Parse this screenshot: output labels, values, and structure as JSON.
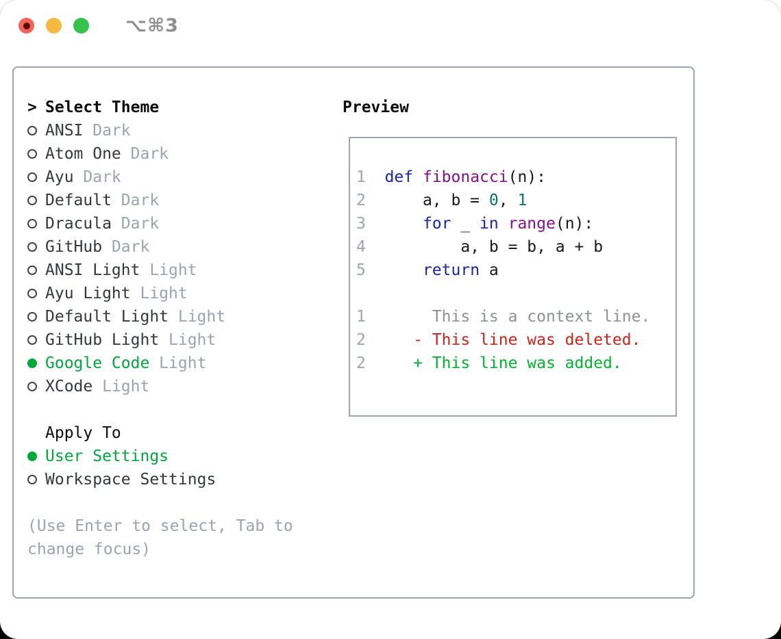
{
  "titlebar": {
    "title": "⌥⌘3"
  },
  "theme_panel": {
    "cursor": ">",
    "header": "Select Theme",
    "themes": [
      {
        "name": "ANSI",
        "variant": "Dark",
        "selected": false
      },
      {
        "name": "Atom One",
        "variant": "Dark",
        "selected": false
      },
      {
        "name": "Ayu",
        "variant": "Dark",
        "selected": false
      },
      {
        "name": "Default",
        "variant": "Dark",
        "selected": false
      },
      {
        "name": "Dracula",
        "variant": "Dark",
        "selected": false
      },
      {
        "name": "GitHub",
        "variant": "Dark",
        "selected": false
      },
      {
        "name": "ANSI Light",
        "variant": "Light",
        "selected": false
      },
      {
        "name": "Ayu Light",
        "variant": "Light",
        "selected": false
      },
      {
        "name": "Default Light",
        "variant": "Light",
        "selected": false
      },
      {
        "name": "GitHub Light",
        "variant": "Light",
        "selected": false
      },
      {
        "name": "Google Code",
        "variant": "Light",
        "selected": true
      },
      {
        "name": "XCode",
        "variant": "Light",
        "selected": false
      }
    ],
    "apply_to": {
      "header": "Apply To",
      "options": [
        {
          "label": "User Settings",
          "selected": true
        },
        {
          "label": "Workspace Settings",
          "selected": false
        }
      ]
    },
    "hint_lines": [
      "(Use Enter to select, Tab to",
      "change focus)"
    ]
  },
  "preview": {
    "title": "Preview",
    "lines": [
      {
        "num": "1",
        "segments": [
          {
            "text": "  ",
            "style": "txt"
          },
          {
            "text": "def",
            "style": "kw"
          },
          {
            "text": " ",
            "style": "txt"
          },
          {
            "text": "fibonacci",
            "style": "fn"
          },
          {
            "text": "(n):",
            "style": "txt"
          }
        ]
      },
      {
        "num": "2",
        "segments": [
          {
            "text": "      a, b = ",
            "style": "txt"
          },
          {
            "text": "0",
            "style": "lit"
          },
          {
            "text": ", ",
            "style": "txt"
          },
          {
            "text": "1",
            "style": "lit"
          }
        ]
      },
      {
        "num": "3",
        "segments": [
          {
            "text": "      ",
            "style": "txt"
          },
          {
            "text": "for",
            "style": "kw"
          },
          {
            "text": " _ ",
            "style": "txt"
          },
          {
            "text": "in",
            "style": "kw"
          },
          {
            "text": " ",
            "style": "txt"
          },
          {
            "text": "range",
            "style": "fn"
          },
          {
            "text": "(n):",
            "style": "txt"
          }
        ]
      },
      {
        "num": "4",
        "segments": [
          {
            "text": "          a, b = b, a + b",
            "style": "txt"
          }
        ]
      },
      {
        "num": "5",
        "segments": [
          {
            "text": "      ",
            "style": "txt"
          },
          {
            "text": "return",
            "style": "kw"
          },
          {
            "text": " a",
            "style": "txt"
          }
        ]
      },
      {
        "num": "",
        "segments": []
      },
      {
        "num": "1",
        "segments": [
          {
            "text": "       This is a context line.",
            "style": "ctx"
          }
        ]
      },
      {
        "num": "2",
        "segments": [
          {
            "text": "     - This line was deleted.",
            "style": "del"
          }
        ]
      },
      {
        "num": "2",
        "segments": [
          {
            "text": "     + This line was added.",
            "style": "add"
          }
        ]
      }
    ]
  },
  "colors": {
    "keyword": "#1c24a8",
    "function": "#8a0f8f",
    "literal": "#0b7276",
    "code_text": "#17191c",
    "line_number": "#9aa5b3",
    "context": "#8d9196",
    "deleted": "#cc2418",
    "added": "#00b42e",
    "selection_green": "#00a83c",
    "theme_name": "#34383e",
    "variant_label": "#9aa4b1",
    "hint": "#9aa4b1",
    "panel_border": "#9aa3ae",
    "titlebar_red": "#f2635a",
    "titlebar_yellow": "#f5bb40",
    "titlebar_green": "#36c24c",
    "title_text": "#8e8e90"
  }
}
